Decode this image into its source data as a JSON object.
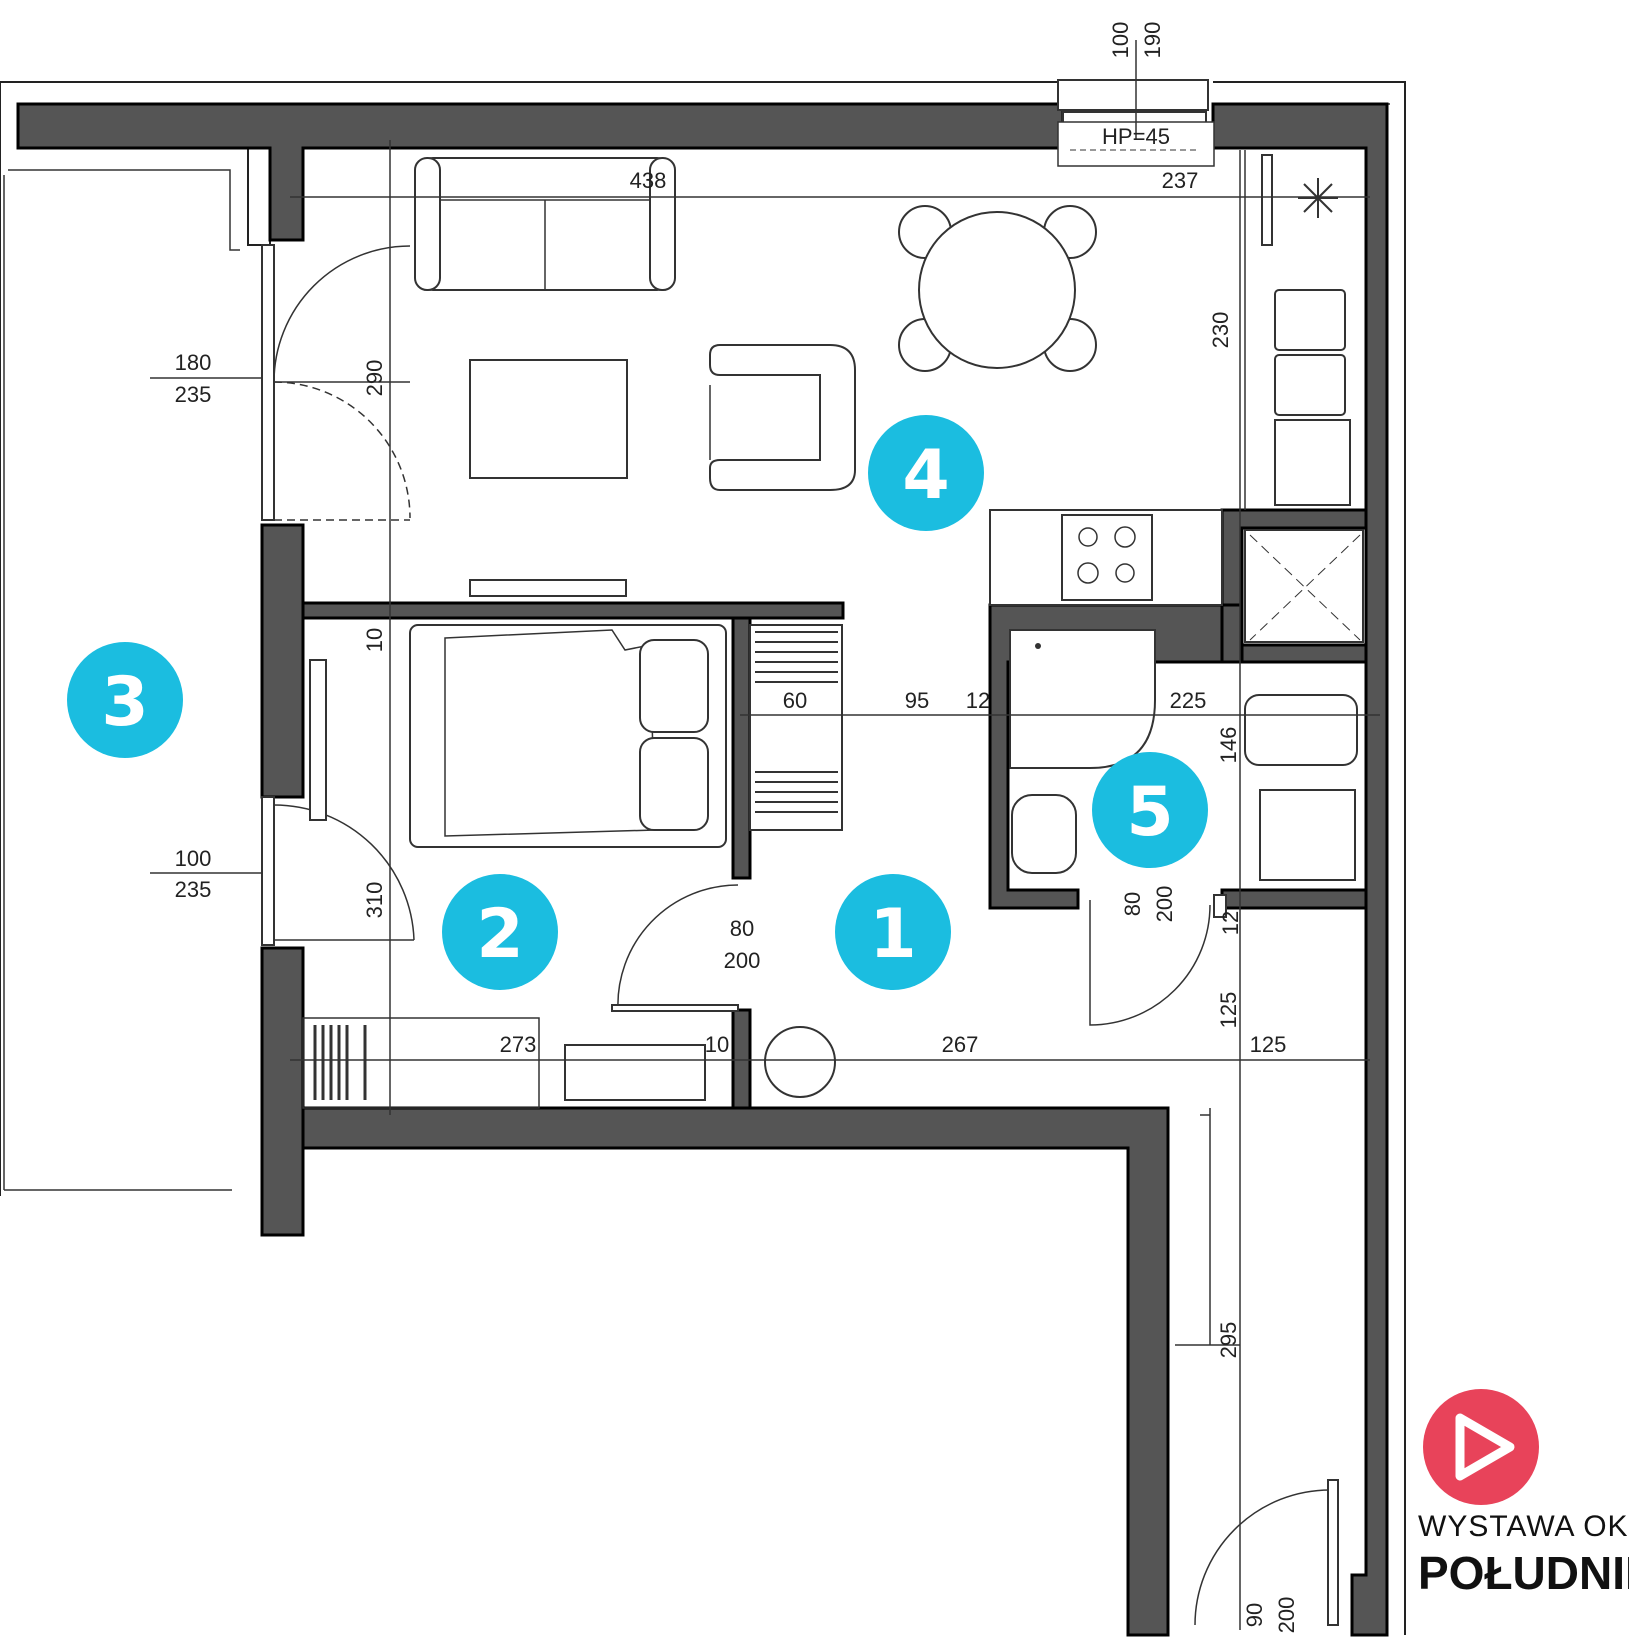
{
  "rooms": [
    {
      "number": "1"
    },
    {
      "number": "2"
    },
    {
      "number": "3"
    },
    {
      "number": "4"
    },
    {
      "number": "5"
    }
  ],
  "dimensions": {
    "d438": "438",
    "d237": "237",
    "d230": "230",
    "d290": "290",
    "d180": "180",
    "d235a": "235",
    "d10a": "10",
    "d60": "60",
    "d95": "95",
    "d12a": "12",
    "d225": "225",
    "d146": "146",
    "d100": "100",
    "d235b": "235",
    "d310": "310",
    "d80a": "80",
    "d200a": "200",
    "d80b": "80",
    "d200b": "200",
    "d12b": "12",
    "d125a": "125",
    "d273": "273",
    "d10b": "10",
    "d267": "267",
    "d125b": "125",
    "d295": "295",
    "d90": "90",
    "d200c": "200",
    "top100": "100",
    "top190": "190",
    "hp": "HP=45"
  },
  "orientation": {
    "label": "WYSTAWA OKIEN:",
    "direction": "POŁUDNIE"
  },
  "colors": {
    "badge": "#1bbde0",
    "arrow": "#e8435a",
    "wall": "#555555"
  }
}
